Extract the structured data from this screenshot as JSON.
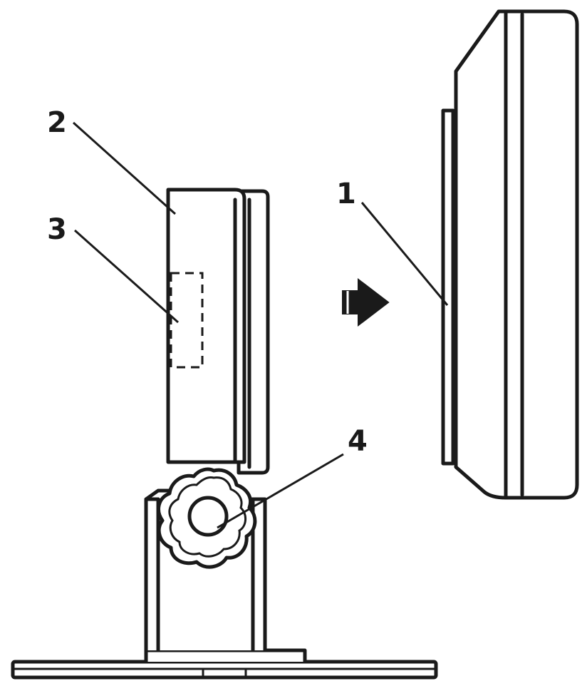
{
  "callouts": {
    "c1": "1",
    "c2": "2",
    "c3": "3",
    "c4": "4"
  },
  "colors": {
    "line": "#1a1a1a",
    "background": "#ffffff"
  },
  "icons": {
    "arrow": "right-arrow-icon"
  }
}
